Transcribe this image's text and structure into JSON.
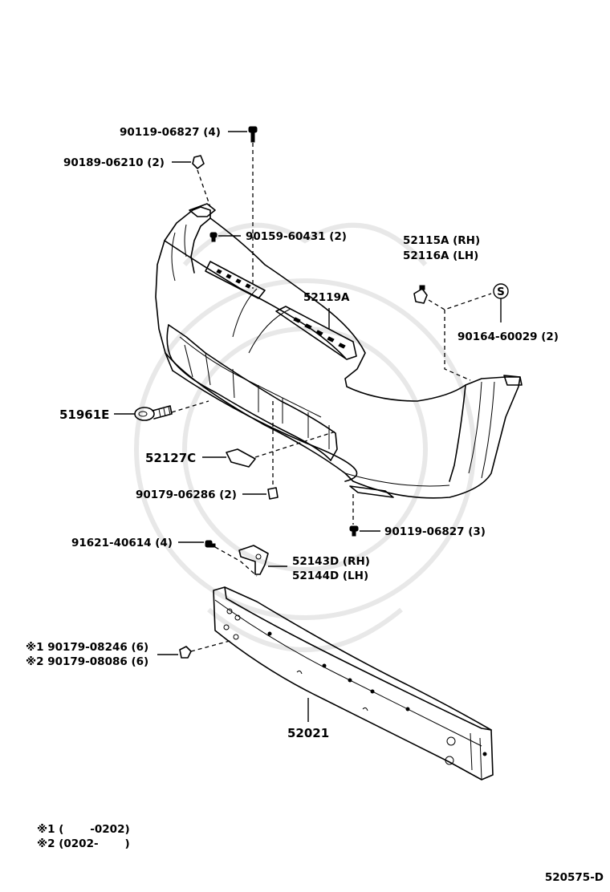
{
  "parts": {
    "bolt_top": "90119-06827 (4)",
    "clip_top_left": "90189-06210 (2)",
    "screw_upper": "90159-60431 (2)",
    "bracket_upper_rh": "52115A (RH)",
    "bracket_upper_lh": "52116A (LH)",
    "bumper_cover": "52119A",
    "clip_side_s": "90164-60029 (2)",
    "towing_hook": "51961E",
    "retainer": "52127C",
    "clip_lower": "90179-06286 (2)",
    "bolt_lower": "90119-06827 (3)",
    "nut_bracket": "91621-40614 (4)",
    "bracket_lower_rh": "52143D (RH)",
    "bracket_lower_lh": "52144D (LH)",
    "nut_reinf_1": "※1 90179-08246 (6)",
    "nut_reinf_2": "※2 90179-08086 (6)",
    "reinforcement": "52021"
  },
  "symbol_s": "S",
  "notes": {
    "note1": "※1 (       -0202)",
    "note2": "※2 (0202-       )"
  },
  "diagram_code": "520575-D"
}
